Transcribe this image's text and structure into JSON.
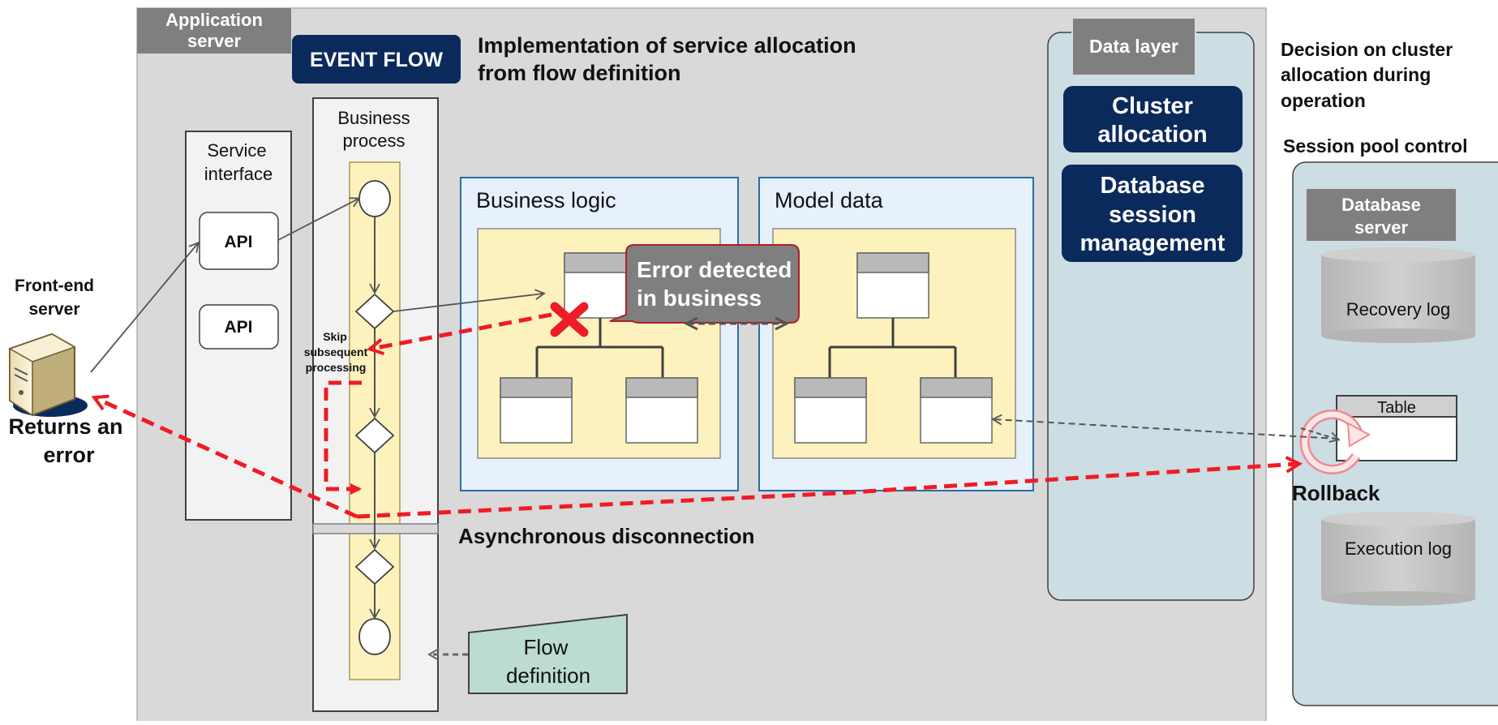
{
  "app_server": {
    "label_line1": "Application",
    "label_line2": "server"
  },
  "event_flow": {
    "label": "EVENT FLOW"
  },
  "heading": {
    "line1": "Implementation of service allocation",
    "line2": "from flow definition"
  },
  "frontend": {
    "line1": "Front-end",
    "line2": "server"
  },
  "returns_error": {
    "line1": "Returns an",
    "line2": "error"
  },
  "service_interface": {
    "line1": "Service",
    "line2": "interface",
    "api1": "API",
    "api2": "API"
  },
  "business_process": {
    "line1": "Business",
    "line2": "process"
  },
  "skip": {
    "line1": "Skip",
    "line2": "subsequent",
    "line3": "processing"
  },
  "business_logic": {
    "title": "Business logic"
  },
  "error_callout": {
    "line1": "Error detected",
    "line2": "in business"
  },
  "model_data": {
    "title": "Model data"
  },
  "async": {
    "label": "Asynchronous disconnection"
  },
  "flow_definition": {
    "line1": "Flow",
    "line2": "definition"
  },
  "data_layer": {
    "label": "Data layer",
    "cluster": {
      "line1": "Cluster",
      "line2": "allocation"
    },
    "db_session": {
      "line1": "Database",
      "line2": "session",
      "line3": "management"
    }
  },
  "decision": {
    "line1": "Decision on cluster",
    "line2": "allocation during",
    "line3": "operation"
  },
  "session_pool": {
    "label": "Session pool control"
  },
  "db_server": {
    "label_line1": "Database",
    "label_line2": "server",
    "recovery_log": "Recovery log",
    "table": "Table",
    "rollback": "Rollback",
    "execution_log": "Execution log"
  },
  "colors": {
    "navy": "#0b2a5c",
    "error_red": "#ee1c25",
    "gray_label": "#7f7f7f",
    "panel_blue": "#e6f1fb",
    "yellow": "#fdf2bd"
  }
}
